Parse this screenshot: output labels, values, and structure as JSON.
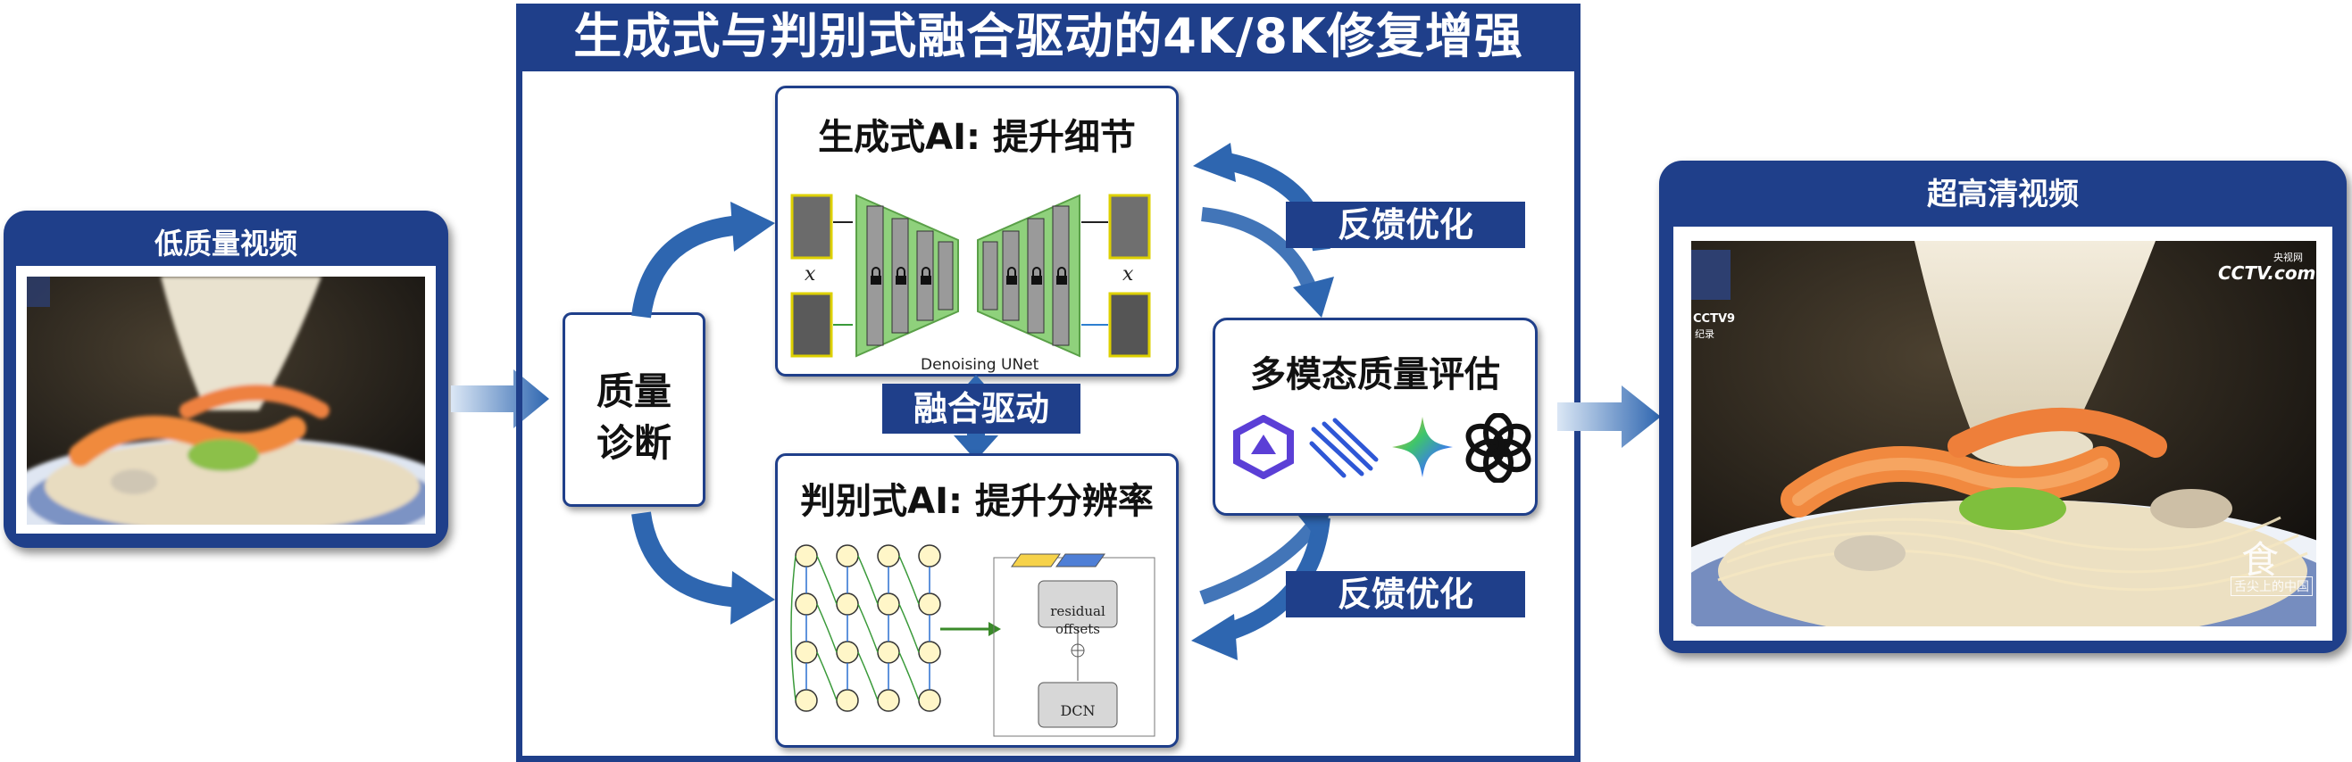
{
  "title": "生成式与判别式融合驱动的4K/8K修复增强",
  "left_panel": {
    "title": "低质量视频"
  },
  "right_panel": {
    "title": "超高清视频",
    "logo_channel": "CCTV9",
    "logo_channel_sub": "纪录",
    "logo_site": "CCTV.com",
    "logo_site_sub": "央视网",
    "watermark_char": "食",
    "watermark_text": "舌尖上的中国"
  },
  "quality_diagnosis": {
    "label": "质量\n诊断",
    "line1": "质量",
    "line2": "诊断"
  },
  "generative": {
    "title": "生成式AI: 提升细节",
    "unet_label": "Denoising UNet",
    "input_label": "x",
    "output_label": "x"
  },
  "fusion": {
    "label": "融合驱动"
  },
  "discriminative": {
    "title": "判别式AI: 提升分辨率",
    "residual_label_1": "residual",
    "residual_label_2": "offsets",
    "dcn_label": "DCN"
  },
  "feedback_top": {
    "label": "反馈优化"
  },
  "feedback_bottom": {
    "label": "反馈优化"
  },
  "multimodal": {
    "title": "多模态质量评估",
    "icons": [
      "qwen-icon",
      "deepseek-icon",
      "gemini-icon",
      "openai-icon"
    ]
  },
  "colors": {
    "brand_blue": "#1f3f8a",
    "arrow_blue": "#2e66b0",
    "unet_green": "#8fd17c",
    "residual_yellow": "#f6d24a",
    "residual_blue": "#4f7fd6"
  }
}
